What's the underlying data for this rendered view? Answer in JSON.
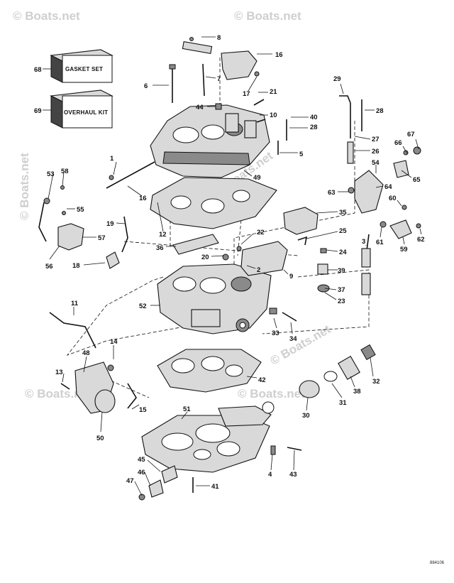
{
  "watermark": "© Boats.net",
  "kits": {
    "gasket_set": {
      "label": "GASKET SET",
      "number": "68"
    },
    "overhaul_kit": {
      "label": "OVERHAUL KIT",
      "number": "69"
    }
  },
  "figure_ref": "884106",
  "callouts": [
    "1",
    "2",
    "3",
    "4",
    "5",
    "6",
    "7",
    "8",
    "9",
    "10",
    "11",
    "12",
    "13",
    "14",
    "15",
    "16",
    "17",
    "18",
    "19",
    "20",
    "21",
    "22",
    "23",
    "24",
    "25",
    "26",
    "27",
    "28",
    "29",
    "30",
    "31",
    "32",
    "33",
    "34",
    "35",
    "36",
    "37",
    "38",
    "39",
    "40",
    "41",
    "42",
    "43",
    "44",
    "45",
    "46",
    "47",
    "48",
    "49",
    "50",
    "51",
    "52",
    "53",
    "54",
    "55",
    "56",
    "57",
    "58",
    "59",
    "60",
    "61",
    "62",
    "63",
    "64",
    "65",
    "66",
    "67"
  ]
}
